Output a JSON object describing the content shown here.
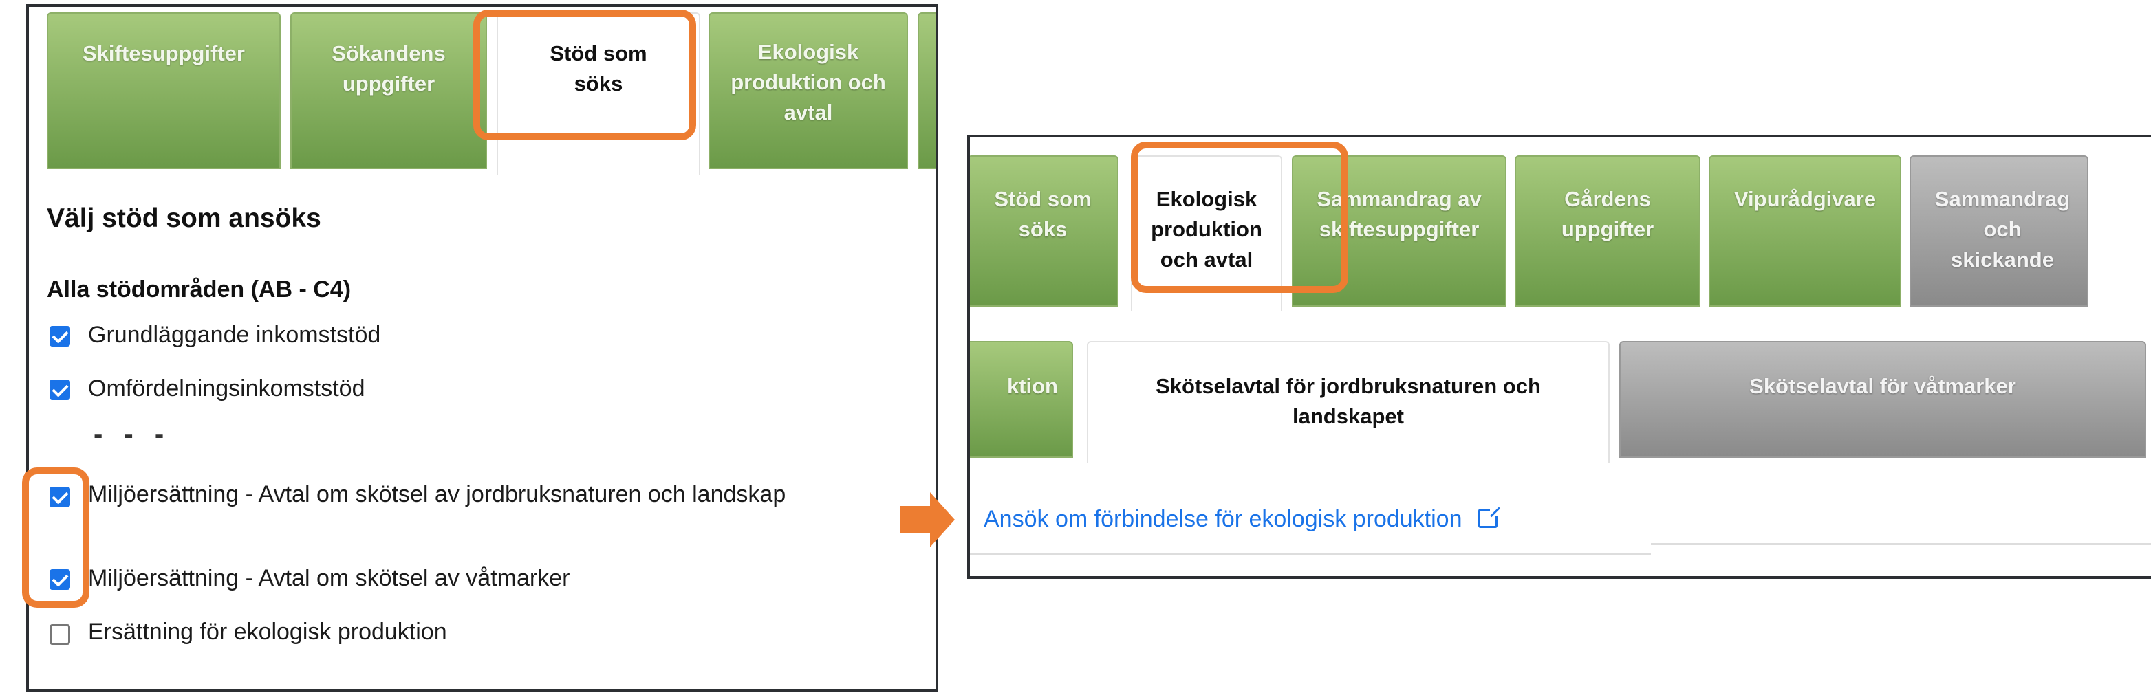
{
  "left_panel": {
    "tabs": [
      "Skiftesuppgifter",
      "Sökandens uppgifter",
      "Stöd som söks",
      "Ekologisk produktion och avtal"
    ],
    "active_tab": "Stöd som söks",
    "heading": "Välj stöd som ansöks",
    "subheading": "Alla stödområden (AB - C4)",
    "options": [
      {
        "label": "Grundläggande inkomststöd",
        "checked": true
      },
      {
        "label": "Omfördelningsinkomststöd",
        "checked": true
      },
      {
        "label": "Miljöersättning - Avtal om skötsel av jordbruksnaturen och landskap",
        "checked": true
      },
      {
        "label": "Miljöersättning - Avtal om skötsel av våtmarker",
        "checked": true
      },
      {
        "label": "Ersättning för ekologisk produktion",
        "checked": false
      }
    ],
    "ellipsis": "- - -"
  },
  "right_panel": {
    "tabs": [
      "Stöd som söks",
      "Ekologisk produktion och avtal",
      "Sammandrag av skiftesuppgifter",
      "Gårdens uppgifter",
      "Vipurådgivare",
      "Sammandrag och skickande"
    ],
    "active_tab": "Ekologisk produktion och avtal",
    "subtabs": [
      "ktion",
      "Skötselavtal för jordbruksnaturen och landskapet",
      "Skötselavtal för våtmarker"
    ],
    "active_subtab": "Skötselavtal för jordbruksnaturen och landskapet",
    "link": "Ansök om förbindelse för ekologisk produktion",
    "link_icon": "external-link-icon"
  },
  "colors": {
    "highlight": "#ed7d31",
    "tab_green": "#7fa95a",
    "link": "#1a73e8",
    "checkbox": "#1a73e8"
  }
}
